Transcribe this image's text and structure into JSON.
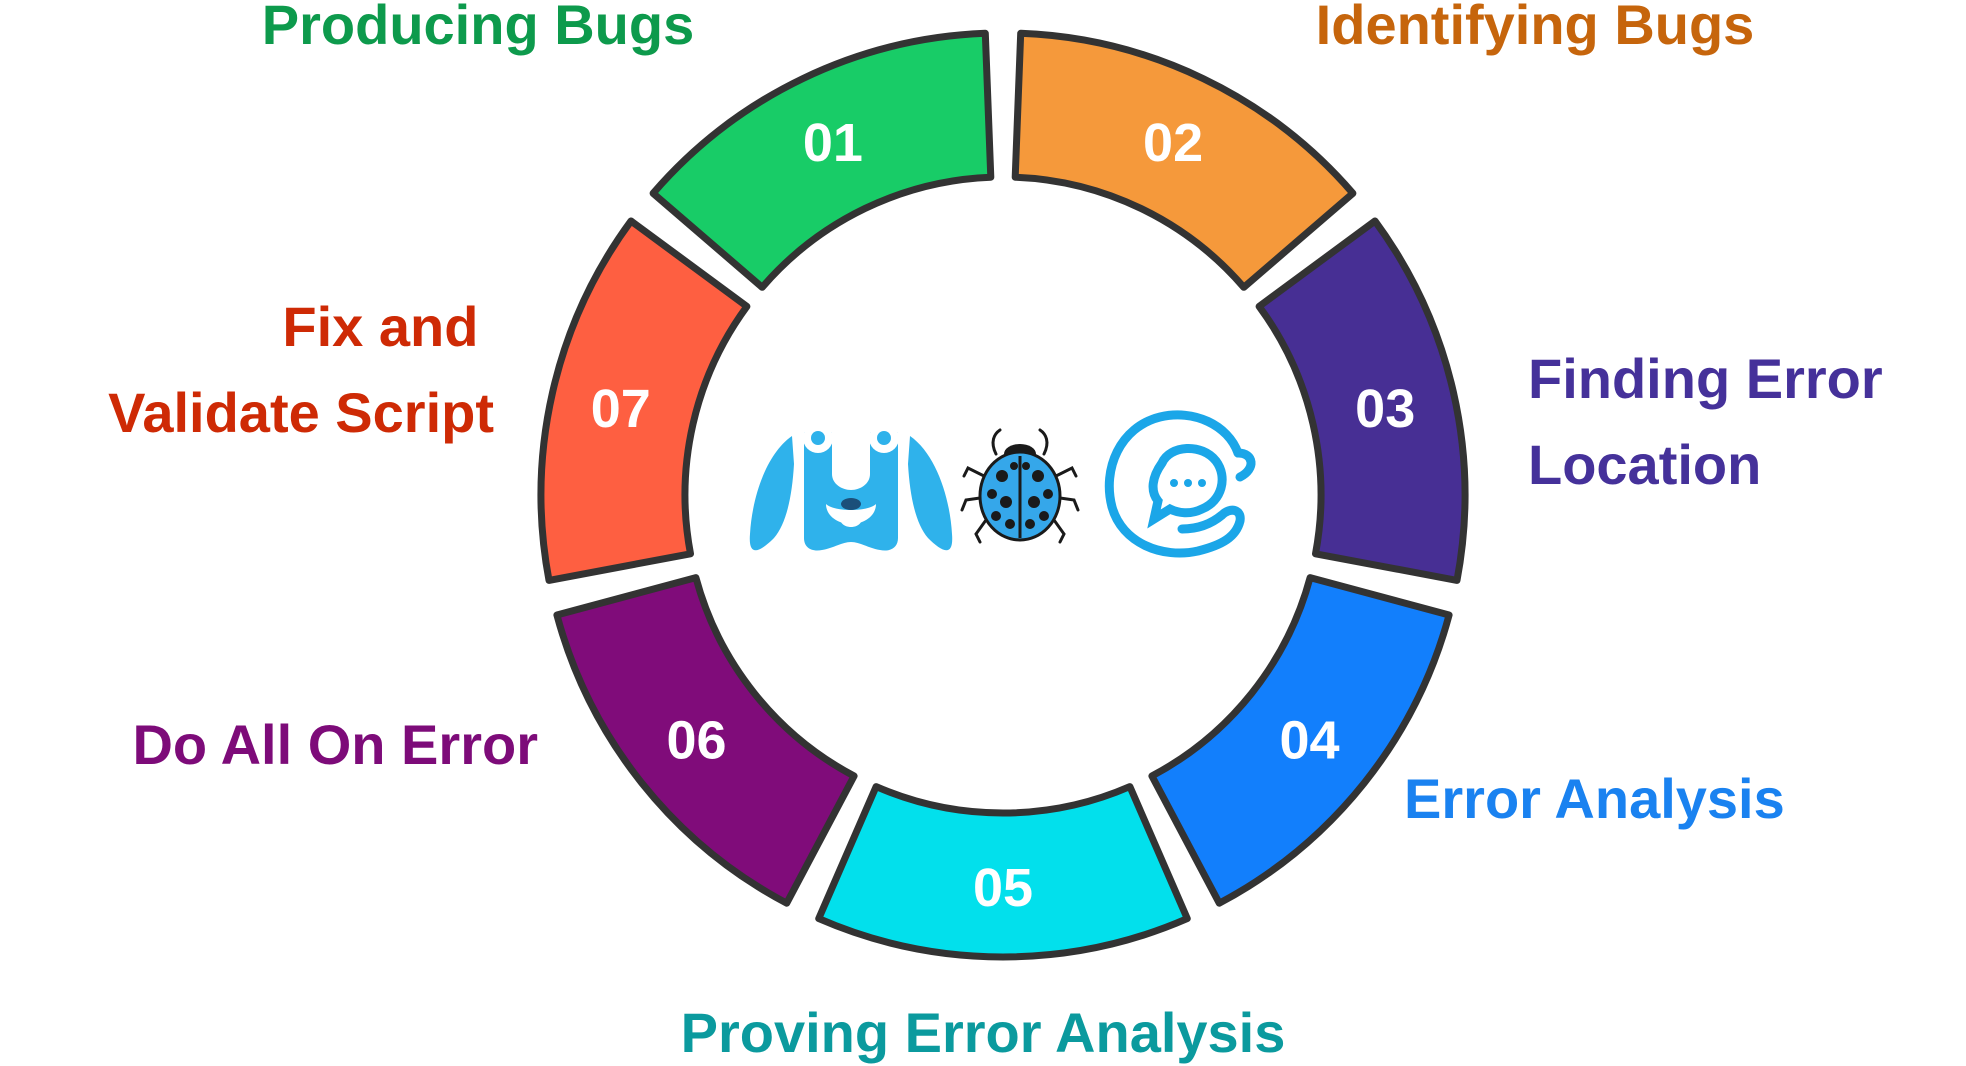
{
  "steps": [
    {
      "number": "01",
      "label_lines": [
        "Producing Bugs"
      ],
      "color": "#18cc67",
      "label_color": "#0d9a4c"
    },
    {
      "number": "02",
      "label_lines": [
        "Identifying Bugs"
      ],
      "color": "#f5993b",
      "label_color": "#c6650c"
    },
    {
      "number": "03",
      "label_lines": [
        "Finding Error",
        "Location"
      ],
      "color": "#472f94",
      "label_color": "#45319a"
    },
    {
      "number": "04",
      "label_lines": [
        "Error Analysis"
      ],
      "color": "#127ffc",
      "label_color": "#1a82f0"
    },
    {
      "number": "05",
      "label_lines": [
        "Proving Error Analysis"
      ],
      "color": "#02e0ec",
      "label_color": "#0b9a9e"
    },
    {
      "number": "06",
      "label_lines": [
        "Do All On Error"
      ],
      "color": "#800c7a",
      "label_color": "#7d0b79"
    },
    {
      "number": "07",
      "label_lines": [
        "Fix and",
        "Validate Script"
      ],
      "color": "#fe5f41",
      "label_color": "#ce2a05"
    }
  ],
  "ring": {
    "outline_color": "#333333",
    "number_color": "#ffffff"
  },
  "center_icons": [
    {
      "name": "dog-icon",
      "color": "#2fb2eb"
    },
    {
      "name": "ladybug-icon",
      "color": "#35a7ea"
    },
    {
      "name": "chat-bubble-icon",
      "color": "#1ba6e8"
    }
  ]
}
